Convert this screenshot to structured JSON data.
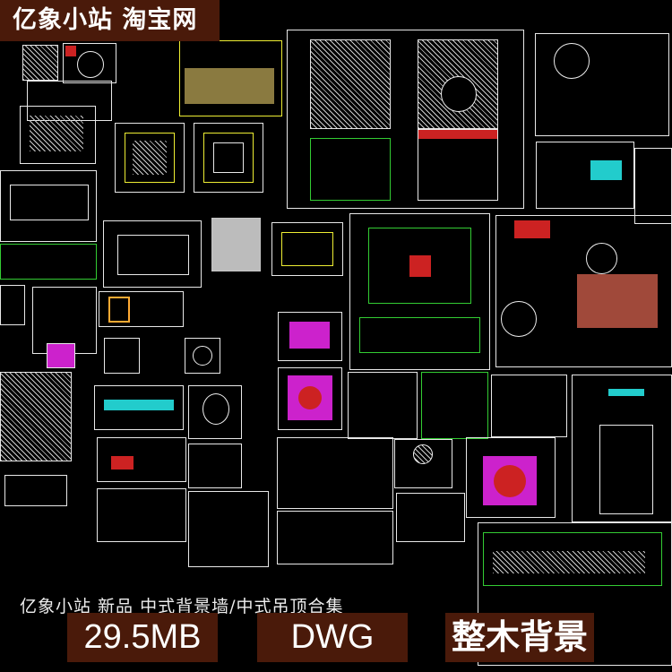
{
  "banner": {
    "title": "亿象小站 淘宝网"
  },
  "caption": "亿象小站 新品 中式背景墙/中式吊顶合集",
  "tags": {
    "size": "29.5MB",
    "format": "DWG",
    "type": "整木背景"
  },
  "colors": {
    "banner_bg": "#4a1a0a",
    "background": "#000000",
    "cad_green": "#33cc33",
    "cad_red": "#cc2222"
  }
}
